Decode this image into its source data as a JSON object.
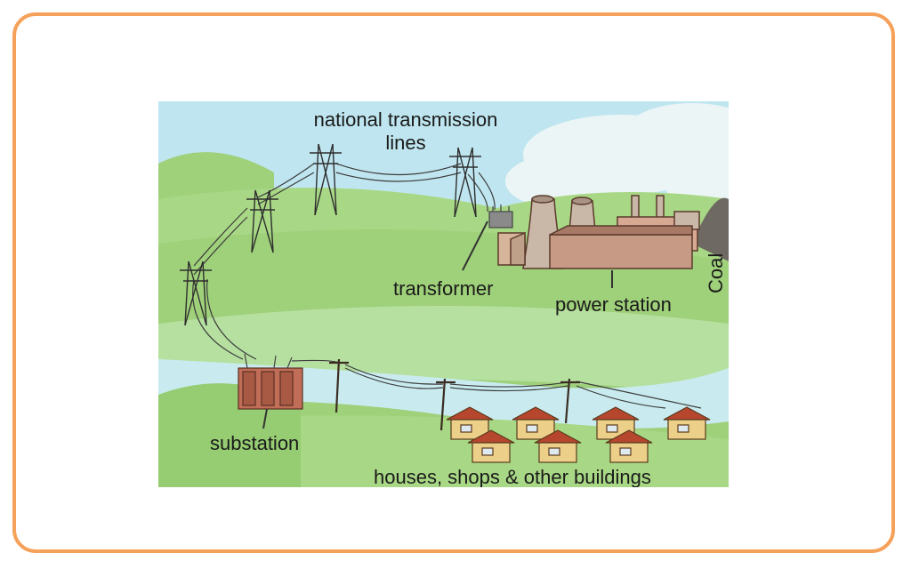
{
  "diagram": {
    "labels": {
      "transmission_line1": "national transmission",
      "transmission_line2": "lines",
      "transformer": "transformer",
      "power_station": "power station",
      "coal": "Coal",
      "substation": "substation",
      "buildings": "houses, shops & other buildings"
    },
    "colors": {
      "frame_border": "#f6a15a",
      "sky": "#b9e3ee",
      "hills": "#9fd17a",
      "buildings_roof": "#b7462e",
      "buildings_wall": "#ecd08a",
      "power_station": "#c79a86"
    }
  }
}
